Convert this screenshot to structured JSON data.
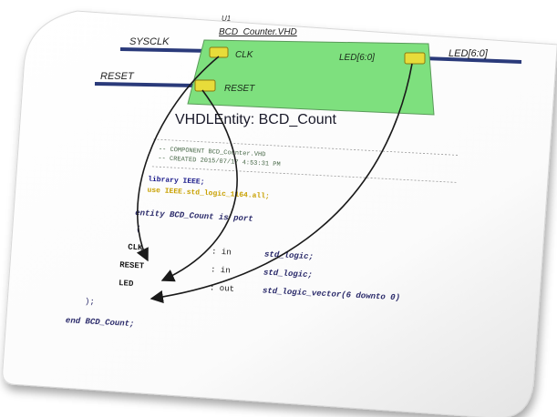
{
  "schematic": {
    "instance_id": "U1",
    "instance_file": "BCD_Counter.VHD",
    "block_color": "#7ee07e",
    "port_color": "#e8dc3a",
    "wire_color": "#2a3a7a",
    "ports": {
      "clk": "CLK",
      "reset": "RESET",
      "led": "LED[6:0]"
    },
    "nets": {
      "clk": "SYSCLK",
      "reset": "RESET",
      "led": "LED[6:0]"
    },
    "entity_caption": "VHDLEntity: BCD_Count"
  },
  "code": {
    "comment_lines": [
      "-- COMPONENT BCD_Counter.VHD",
      "-- CREATED 2015/07/17 4:53:31 PM"
    ],
    "library_line": "library IEEE;",
    "use_line": "use IEEE.std_logic_1164.all;",
    "entity_line": "entity BCD_Count is port",
    "open_paren": "(",
    "port_rows": [
      {
        "name": "CLK",
        "decl": ": in",
        "type": "std_logic;"
      },
      {
        "name": "RESET",
        "decl": ": in",
        "type": "std_logic;"
      },
      {
        "name": "LED",
        "decl": ": out",
        "type": "std_logic_vector(6 downto 0)"
      }
    ],
    "close_paren": ");",
    "end_line": "end BCD_Count;"
  },
  "colors": {
    "arrow": "#1a1a1a",
    "code_text": "#2a2a6a",
    "keyword": "#1a1a8a",
    "library_name": "#c8a000",
    "comment": "#4a6a4a"
  }
}
